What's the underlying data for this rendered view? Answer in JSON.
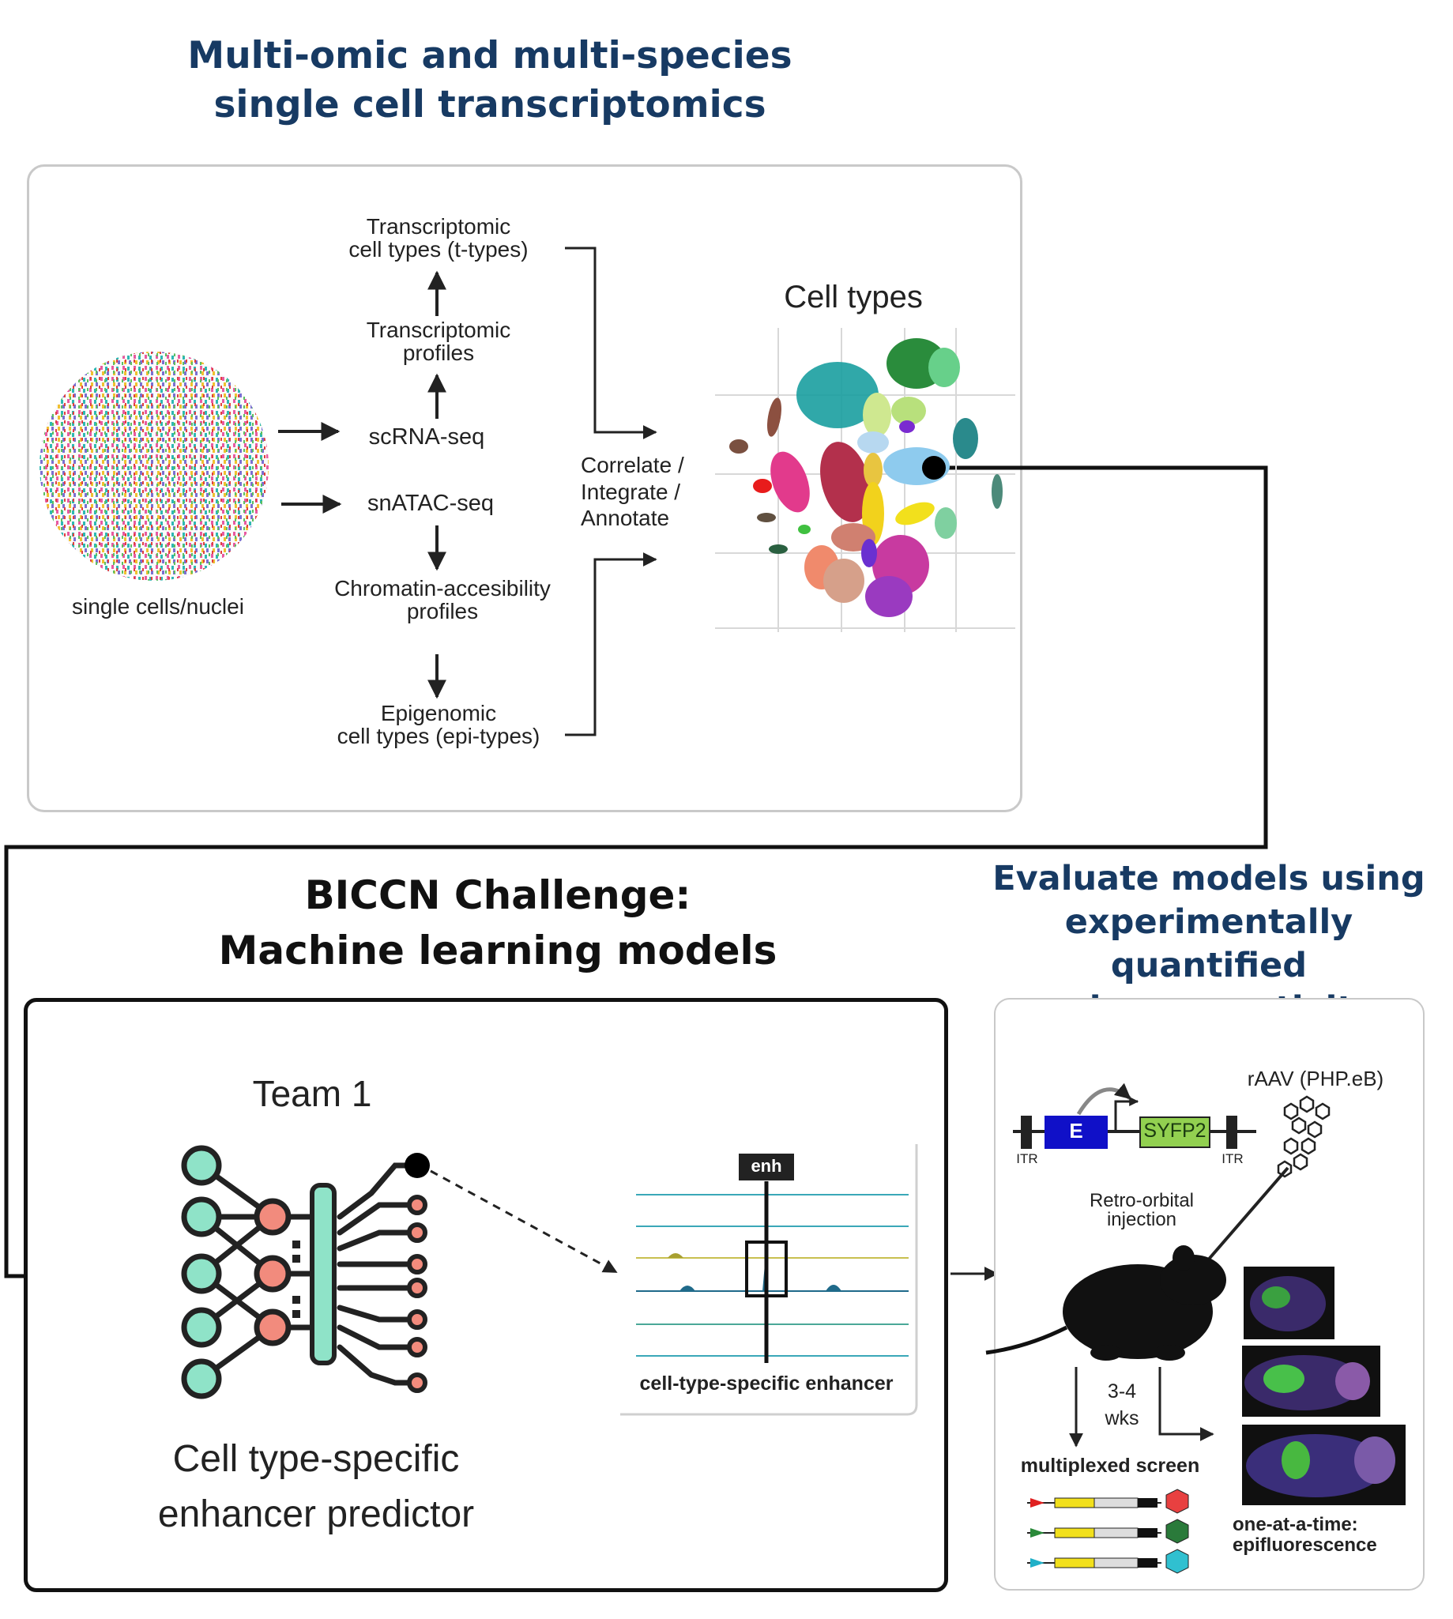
{
  "header": {
    "line1": "Multi-omic and multi-species",
    "line2": "single cell transcriptomics"
  },
  "top_panel": {
    "cells_label": "single cells/nuclei",
    "t_types_line1": "Transcriptomic",
    "t_types_line2": "cell types (t-types)",
    "profiles_line1": "Transcriptomic",
    "profiles_line2": "profiles",
    "scrna": "scRNA-seq",
    "snatac": "snATAC-seq",
    "chromatin_line1": "Chromatin-accesibility",
    "chromatin_line2": "profiles",
    "epi_line1": "Epigenomic",
    "epi_line2": "cell types (epi-types)",
    "correlate_line1": "Correlate /",
    "correlate_line2": "Integrate /",
    "correlate_line3": "Annotate",
    "cell_types_title": "Cell types"
  },
  "challenge": {
    "line1": "BICCN Challenge:",
    "line2": "Machine learning models",
    "team": "Team 1",
    "predictor_line1": "Cell type-specific",
    "predictor_line2": "enhancer predictor",
    "enh_tag": "enh",
    "enh_caption": "cell-type-specific enhancer"
  },
  "evaluate": {
    "line1": "Evaluate models using",
    "line2": "experimentally quantified",
    "line3": "enhancer activity",
    "raav": "rAAV (PHP.eB)",
    "e_box": "E",
    "sfyp": "SYFP2",
    "itr_left": "ITR",
    "itr_right": "ITR",
    "retro_line1": "Retro-orbital",
    "retro_line2": "injection",
    "wks_line1": "3-4",
    "wks_line2": "wks",
    "multiplexed": "multiplexed screen",
    "one_line1": "one-at-a-time:",
    "one_line2": "epifluorescence"
  },
  "colors": {
    "title_blue": "#173a63",
    "teal_node": "#8fe3c8",
    "salmon_node": "#f28b7d",
    "dark": "#222222",
    "e_box_blue": "#1010c8",
    "sfyp_green": "#92d050"
  }
}
